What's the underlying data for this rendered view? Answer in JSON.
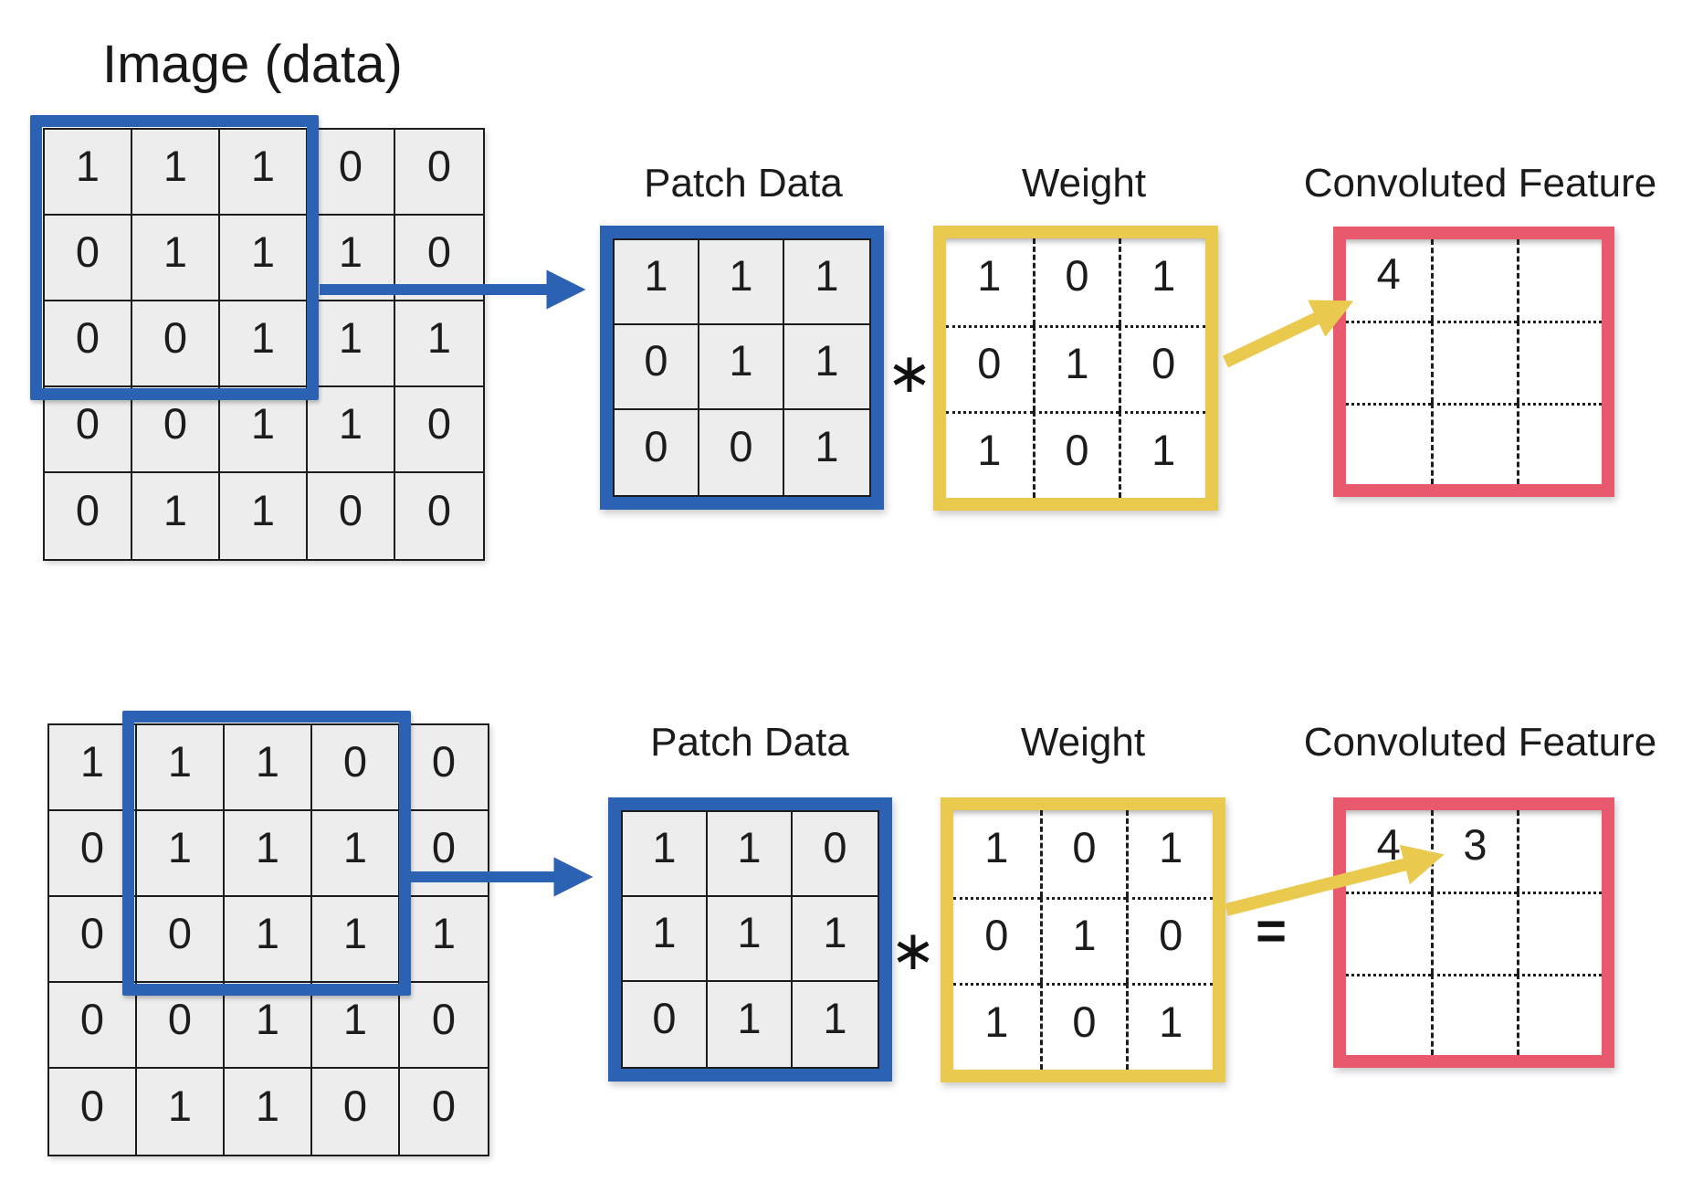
{
  "colors": {
    "blue": "#2c62b4",
    "yellow": "#eaca4e",
    "red": "#e8596e",
    "cell_bg": "#ededed",
    "ink": "#1c1c1c"
  },
  "top": {
    "image_label": "Image (data)",
    "image_matrix": [
      [
        1,
        1,
        1,
        0,
        0
      ],
      [
        0,
        1,
        1,
        1,
        0
      ],
      [
        0,
        0,
        1,
        1,
        1
      ],
      [
        0,
        0,
        1,
        1,
        0
      ],
      [
        0,
        1,
        1,
        0,
        0
      ]
    ],
    "highlight_region": "rows 1-3, cols 1-3",
    "patch_label": "Patch Data",
    "patch_matrix": [
      [
        1,
        1,
        1
      ],
      [
        0,
        1,
        1
      ],
      [
        0,
        0,
        1
      ]
    ],
    "operator": "∗",
    "weight_label": "Weight",
    "weight_matrix": [
      [
        1,
        0,
        1
      ],
      [
        0,
        1,
        0
      ],
      [
        1,
        0,
        1
      ]
    ],
    "result_label": "Convoluted Feature",
    "result_matrix": [
      [
        "4",
        "",
        ""
      ],
      [
        "",
        "",
        ""
      ],
      [
        "",
        "",
        ""
      ]
    ]
  },
  "bottom": {
    "image_matrix": [
      [
        1,
        1,
        1,
        0,
        0
      ],
      [
        0,
        1,
        1,
        1,
        0
      ],
      [
        0,
        0,
        1,
        1,
        1
      ],
      [
        0,
        0,
        1,
        1,
        0
      ],
      [
        0,
        1,
        1,
        0,
        0
      ]
    ],
    "highlight_region": "rows 1-3, cols 2-4",
    "patch_label": "Patch Data",
    "patch_matrix": [
      [
        1,
        1,
        0
      ],
      [
        1,
        1,
        1
      ],
      [
        0,
        1,
        1
      ]
    ],
    "operator": "∗",
    "equals_sign": "=",
    "weight_label": "Weight",
    "weight_matrix": [
      [
        1,
        0,
        1
      ],
      [
        0,
        1,
        0
      ],
      [
        1,
        0,
        1
      ]
    ],
    "result_label": "Convoluted Feature",
    "result_matrix": [
      [
        "4",
        "3",
        ""
      ],
      [
        "",
        "",
        ""
      ],
      [
        "",
        "",
        ""
      ]
    ]
  }
}
